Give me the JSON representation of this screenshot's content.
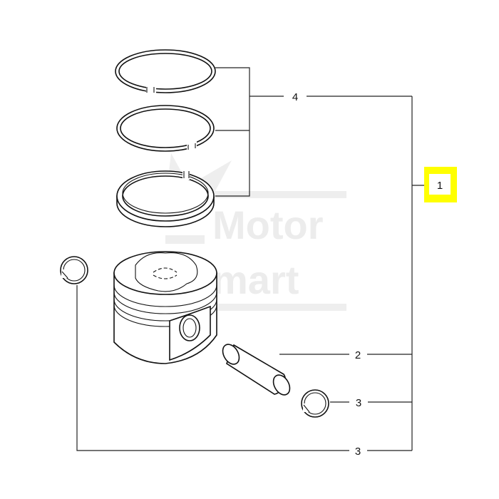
{
  "watermark": {
    "line1": "Motor",
    "line2": "mart"
  },
  "callouts": {
    "assembly": "1",
    "pin": "2",
    "circlip_right": "3",
    "circlip_left": "3",
    "rings": "4"
  },
  "colors": {
    "highlight": "#ffff00",
    "line": "#111111",
    "watermark": "#ececec"
  }
}
